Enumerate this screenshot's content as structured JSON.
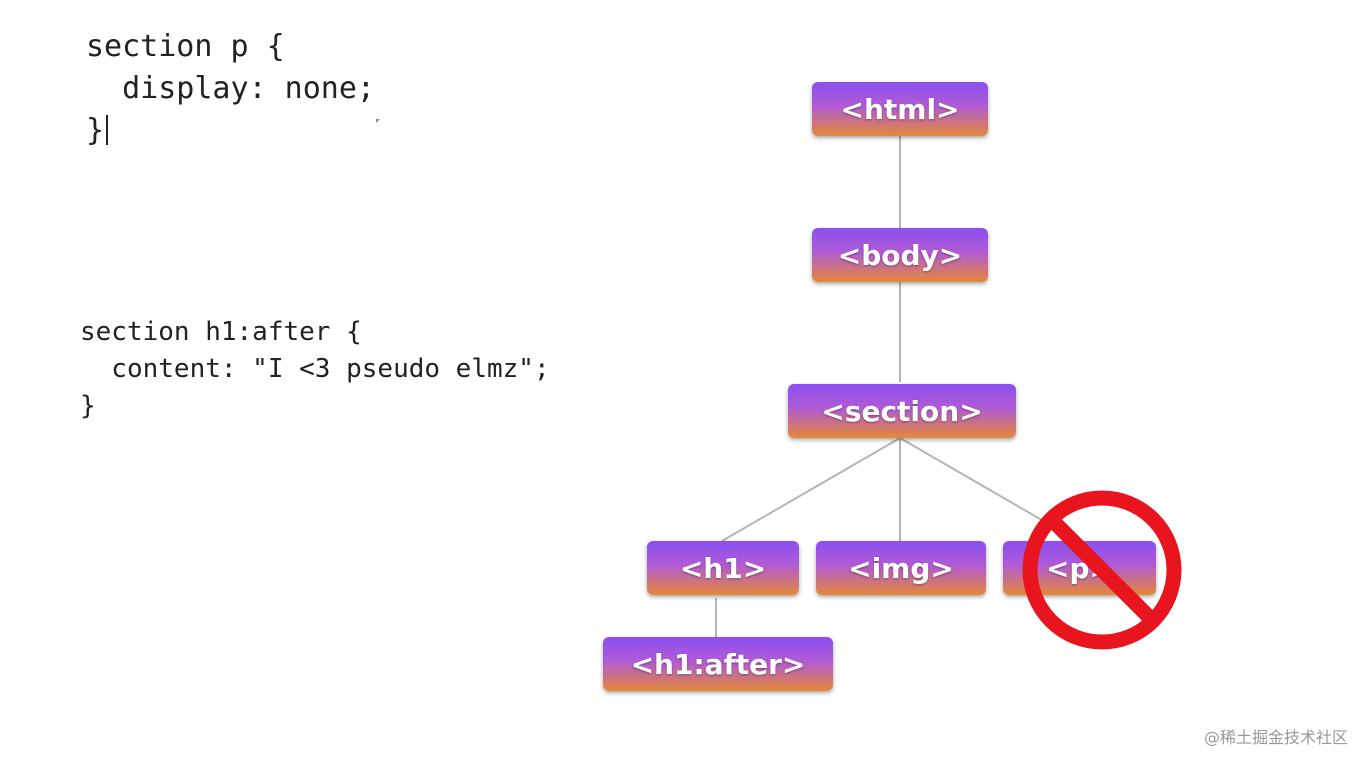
{
  "code_blocks": [
    {
      "lines": [
        "section p {",
        "  display: none;",
        "}"
      ]
    },
    {
      "lines": [
        "section h1:after {",
        "  content: \"I <3 pseudo elmz\";",
        "}"
      ]
    }
  ],
  "tree": {
    "nodes": {
      "html": "<html>",
      "body": "<body>",
      "section": "<section>",
      "h1": "<h1>",
      "img": "<img>",
      "p": "<p>",
      "h1_after": "<h1:after>"
    }
  },
  "forbidden_icon": "no-entry-icon",
  "watermark": "@稀土掘金技术社区",
  "colors": {
    "node_top": "#8b4ff0",
    "node_bottom": "#e58838",
    "forbidden": "#e8141e",
    "edge": "#b5b5b5"
  }
}
